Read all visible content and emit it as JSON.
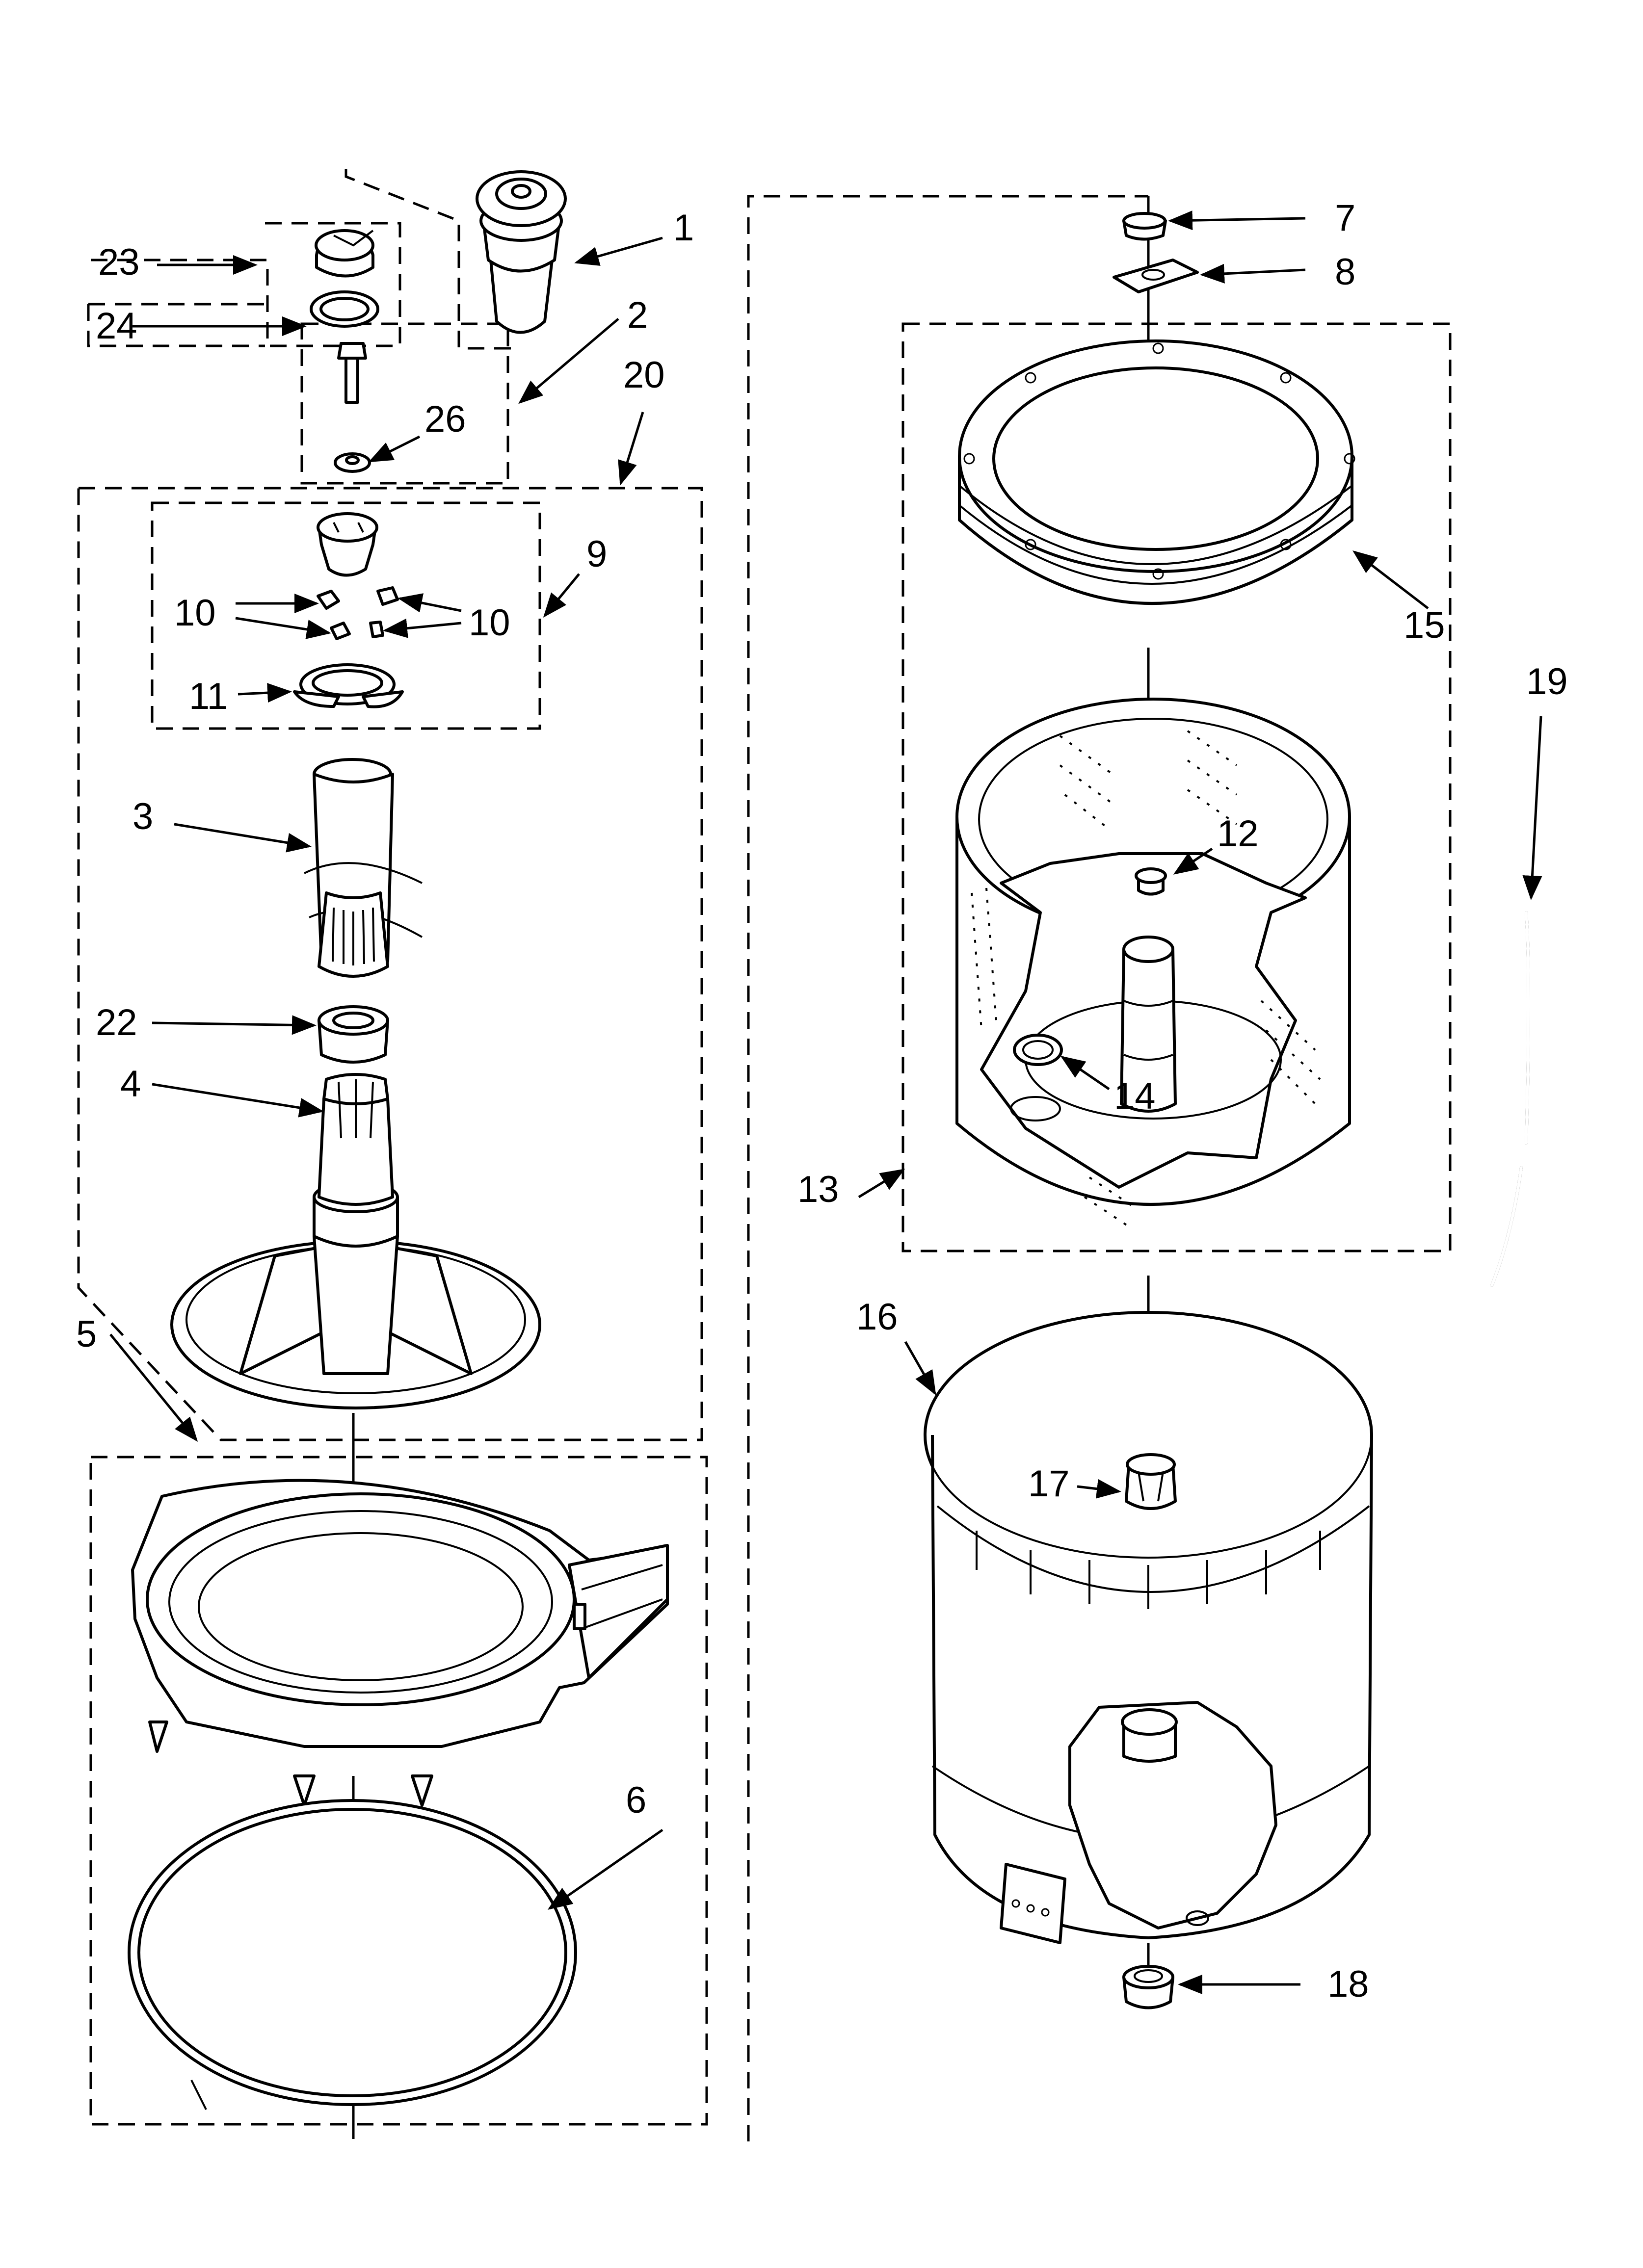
{
  "callouts": {
    "c1": "1",
    "c2": "2",
    "c3": "3",
    "c4": "4",
    "c5": "5",
    "c6": "6",
    "c7": "7",
    "c8": "8",
    "c9": "9",
    "c10a": "10",
    "c10b": "10",
    "c11": "11",
    "c12": "12",
    "c13": "13",
    "c14": "14",
    "c15": "15",
    "c16": "16",
    "c17": "17",
    "c18": "18",
    "c19": "19",
    "c20": "20",
    "c22": "22",
    "c23": "23",
    "c24": "24",
    "c26": "26"
  }
}
